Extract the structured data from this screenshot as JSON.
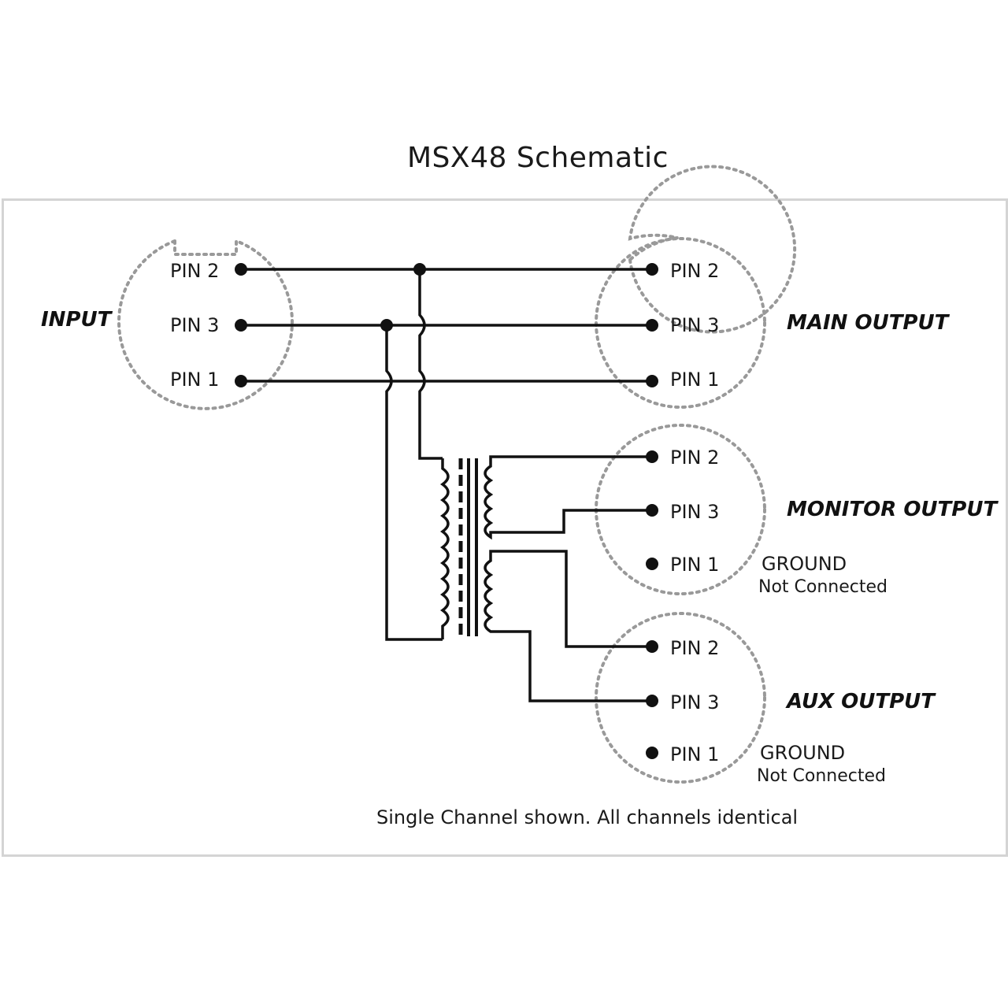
{
  "title": "MSX48 Schematic",
  "input": {
    "label": "INPUT",
    "pins": [
      "PIN 2",
      "PIN 3",
      "PIN 1"
    ]
  },
  "main_output": {
    "label": "MAIN OUTPUT",
    "pins": [
      "PIN 2",
      "PIN 3",
      "PIN 1"
    ]
  },
  "monitor_output": {
    "label": "MONITOR OUTPUT",
    "pins": [
      "PIN 2",
      "PIN 3",
      "PIN 1"
    ],
    "ground_label": "GROUND",
    "ground_note": "Not Connected"
  },
  "aux_output": {
    "label": "AUX OUTPUT",
    "pins": [
      "PIN 2",
      "PIN 3",
      "PIN 1"
    ],
    "ground_label": "GROUND",
    "ground_note": "Not Connected"
  },
  "footnote": "Single Channel shown. All channels identical"
}
